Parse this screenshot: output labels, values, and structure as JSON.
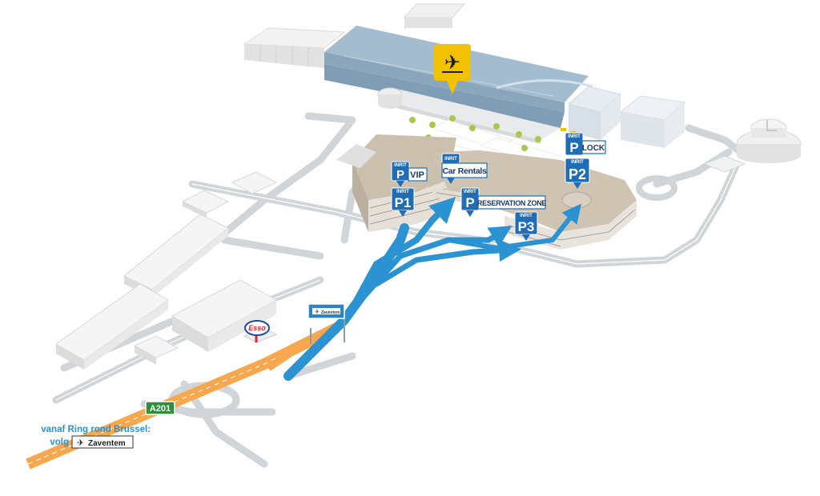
{
  "colors": {
    "accent_blue": "#2b93d1",
    "marker_blue": "#1f6db4",
    "highway_orange": "#f7a84f",
    "road_grey": "#cfd2d5",
    "building_grey": "#e6e6e6",
    "terminal_blue": "#9fb8cc",
    "parking_tan": "#cfc4b2",
    "departures_yellow": "#f2c200",
    "a201_green": "#2f8f3a",
    "esso_red": "#e3202b"
  },
  "icons": {
    "departures": "plane-takeoff-icon",
    "road_sign": "plane-icon",
    "route_hint": "plane-icon"
  },
  "parking": {
    "inrit_label": "INRIT",
    "p_vip": {
      "letter": "P",
      "text": "VIP"
    },
    "car_rentals": {
      "text": "Car Rentals"
    },
    "p1": {
      "letter": "P1"
    },
    "p_reservation": {
      "letter": "P",
      "text": "RESERVATION ZONE"
    },
    "p3": {
      "letter": "P3"
    },
    "p_lock": {
      "letter": "P",
      "text": "LOCK"
    },
    "p2": {
      "letter": "P2"
    }
  },
  "roads": {
    "a201": "A201",
    "sign_text": "Zaventem"
  },
  "brands": {
    "esso": "Esso"
  },
  "directions": {
    "line1": "vanaf Ring rond Brussel:",
    "line2": "volg",
    "target": "Zaventem"
  }
}
